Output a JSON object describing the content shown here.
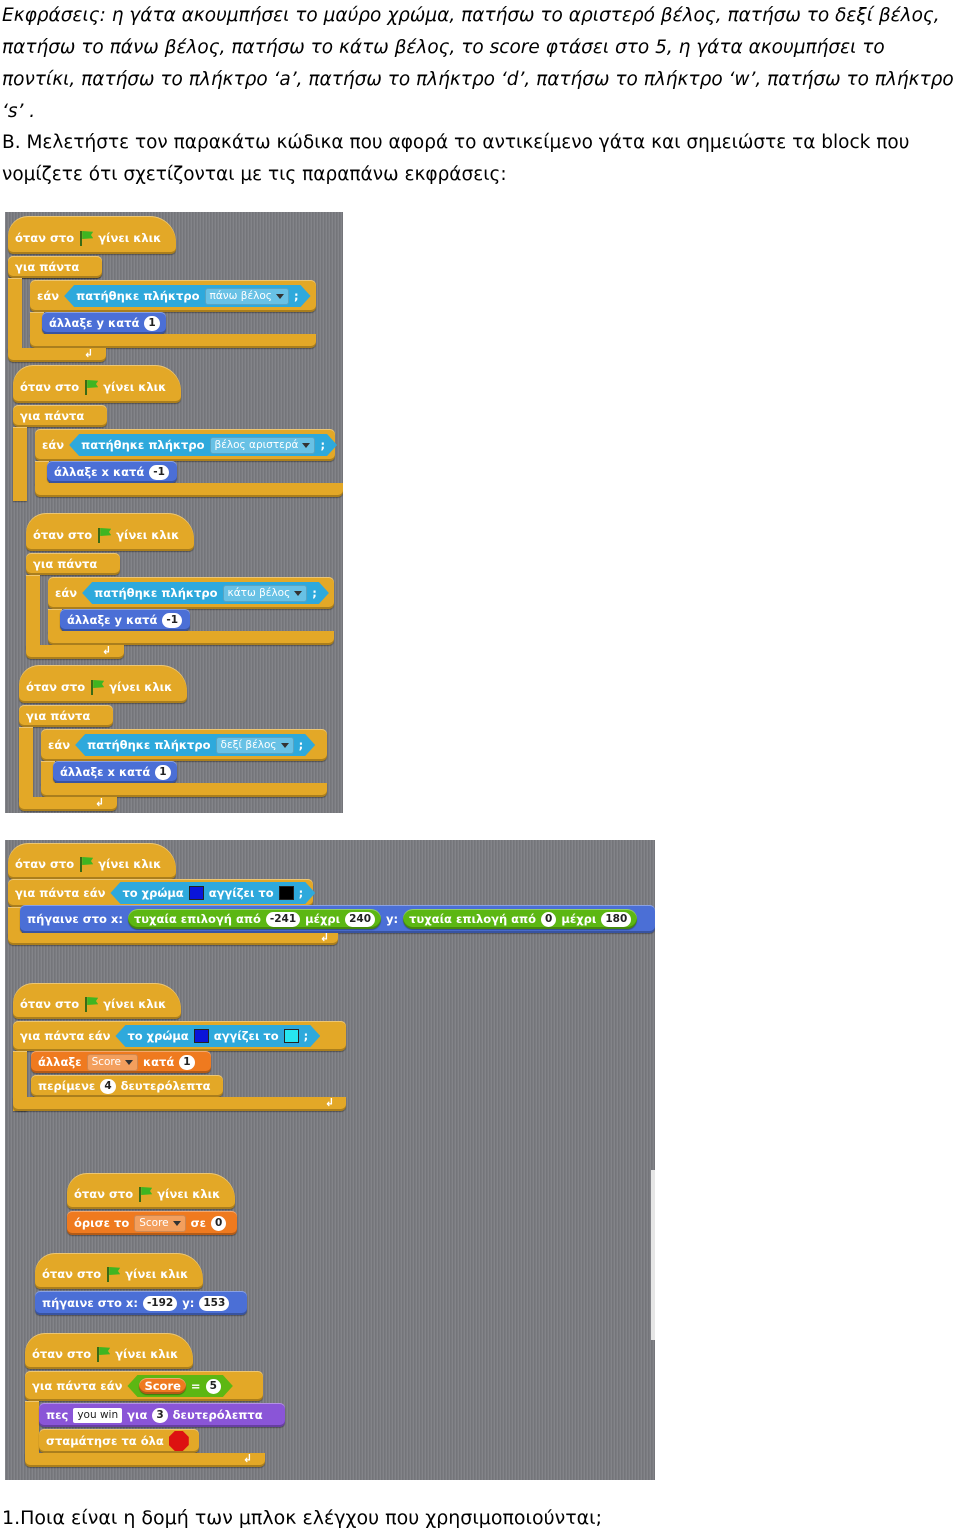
{
  "intro_text": "Εκφράσεις: η γάτα ακουμπήσει το μαύρο χρώμα, πατήσω το αριστερό βέλος, πατήσω το δεξί βέλος, πατήσω το πάνω βέλος, πατήσω το κάτω βέλος, το score φτάσει στο 5, η γάτα ακουμπήσει το ποντίκι, πατήσω το πλήκτρο ‘a’, πατήσω το πλήκτρο ‘d’, πατήσω το πλήκτρο ‘w’, πατήσω το πλήκτρο ‘s’ .",
  "question_b": "B. Μελετήστε τον παρακάτω κώδικα που αφορά το αντικείμενο γάτα και σημειώστε τα block που νομίζετε ότι σχετίζονται με τις παραπάνω εκφράσεις:",
  "question_1": "1.Ποια είναι η δομή των μπλοκ ελέγχου που χρησιμοποιούνται;",
  "blocks": {
    "when_flag_a": "όταν στο",
    "when_flag_b": "γίνει κλικ",
    "forever": "για πάντα",
    "forever_if": "για πάντα εάν",
    "if": "εάν",
    "key_pressed": "πατήθηκε πλήκτρο",
    "semicolon": ";",
    "change_y": "άλλαξε y κατά",
    "change_x": "άλλαξε x κατά",
    "color_touching": "το χρώμα",
    "touches": "αγγίζει το",
    "goto_xy": "πήγαινε στο x:",
    "y_label": "y:",
    "random_from": "τυχαία επιλογή από",
    "random_to": "μέχρι",
    "change_var": "άλλαξε",
    "by": "κατά",
    "wait": "περίμενε",
    "seconds": "δευτερόλεπτα",
    "set_var": "όρισε το",
    "to": "σε",
    "say": "πες",
    "for": "για",
    "stop_all": "σταμάτησε τα όλα",
    "equals": "=",
    "var_score": "Score"
  },
  "keys": {
    "up": "πάνω βέλος",
    "left": "βέλος αριστερά",
    "down": "κάτω βέλος",
    "right": "δεξί βέλος"
  },
  "values": {
    "one": "1",
    "minus_one": "-1",
    "rand_x_min": "-241",
    "rand_x_max": "240",
    "rand_y_min": "0",
    "rand_y_max": "180",
    "wait_secs": "4",
    "set_score": "0",
    "start_x": "-192",
    "start_y": "153",
    "score_goal": "5",
    "say_text": "you win",
    "say_secs": "3"
  },
  "colors": {
    "control": "#e3a827",
    "motion": "#4b6fd6",
    "looks": "#8a55d7",
    "variables": "#ef7a1f",
    "operators": "#5cb713",
    "sensing": "#2ea9dc",
    "panel_bg": "#7a7b80",
    "swatch_blue": "#0a14d8",
    "swatch_black": "#000000",
    "swatch_cyan": "#27e6f0"
  }
}
